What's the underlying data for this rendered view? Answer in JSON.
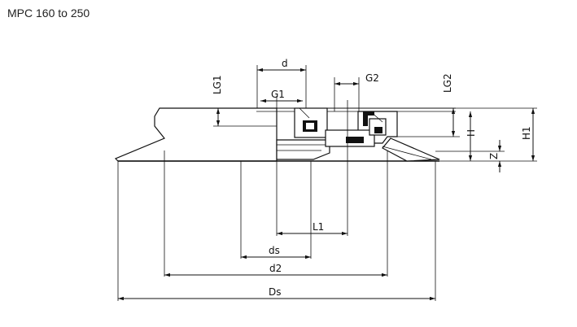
{
  "title": "MPC 160 to 250",
  "labels": {
    "d": "d",
    "g1": "G1",
    "g2": "G2",
    "lg1": "LG1",
    "lg2": "LG2",
    "h": "H",
    "h1": "H1",
    "z": "Z",
    "l1": "L1",
    "ds_small": "ds",
    "d2": "d2",
    "ds_large": "Ds"
  }
}
